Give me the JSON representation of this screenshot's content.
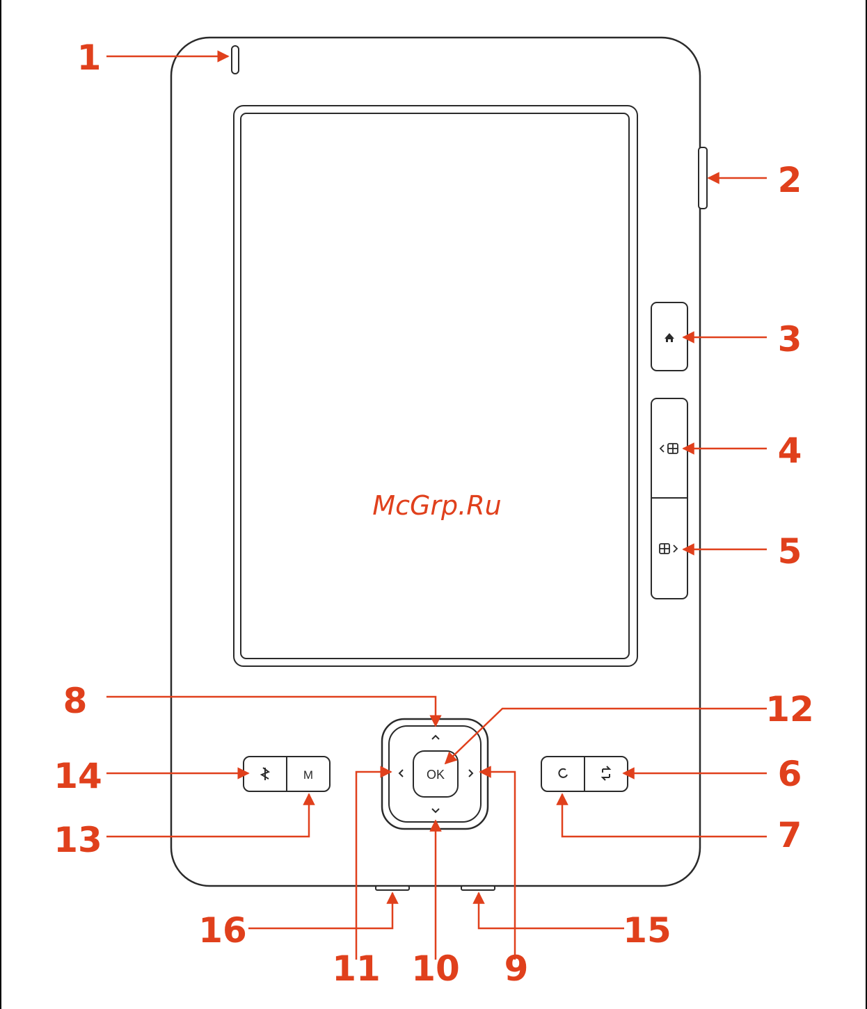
{
  "colors": {
    "accent": "#e0401c",
    "outline": "#2a2a2a",
    "page": "#ffffff",
    "background": "#000000"
  },
  "watermark": "McGrp.Ru",
  "buttons": {
    "ok_label": "OK",
    "menu_label": "M"
  },
  "icons": {
    "home": "home-icon",
    "prev_page": "book-prev-icon",
    "next_page": "book-next-icon",
    "back": "back-icon",
    "rotate": "rotate-icon",
    "music": "music-icon"
  },
  "callouts": [
    {
      "id": "1",
      "label": "1"
    },
    {
      "id": "2",
      "label": "2"
    },
    {
      "id": "3",
      "label": "3"
    },
    {
      "id": "4",
      "label": "4"
    },
    {
      "id": "5",
      "label": "5"
    },
    {
      "id": "6",
      "label": "6"
    },
    {
      "id": "7",
      "label": "7"
    },
    {
      "id": "8",
      "label": "8"
    },
    {
      "id": "9",
      "label": "9"
    },
    {
      "id": "10",
      "label": "10"
    },
    {
      "id": "11",
      "label": "11"
    },
    {
      "id": "12",
      "label": "12"
    },
    {
      "id": "13",
      "label": "13"
    },
    {
      "id": "14",
      "label": "14"
    },
    {
      "id": "15",
      "label": "15"
    },
    {
      "id": "16",
      "label": "16"
    }
  ]
}
